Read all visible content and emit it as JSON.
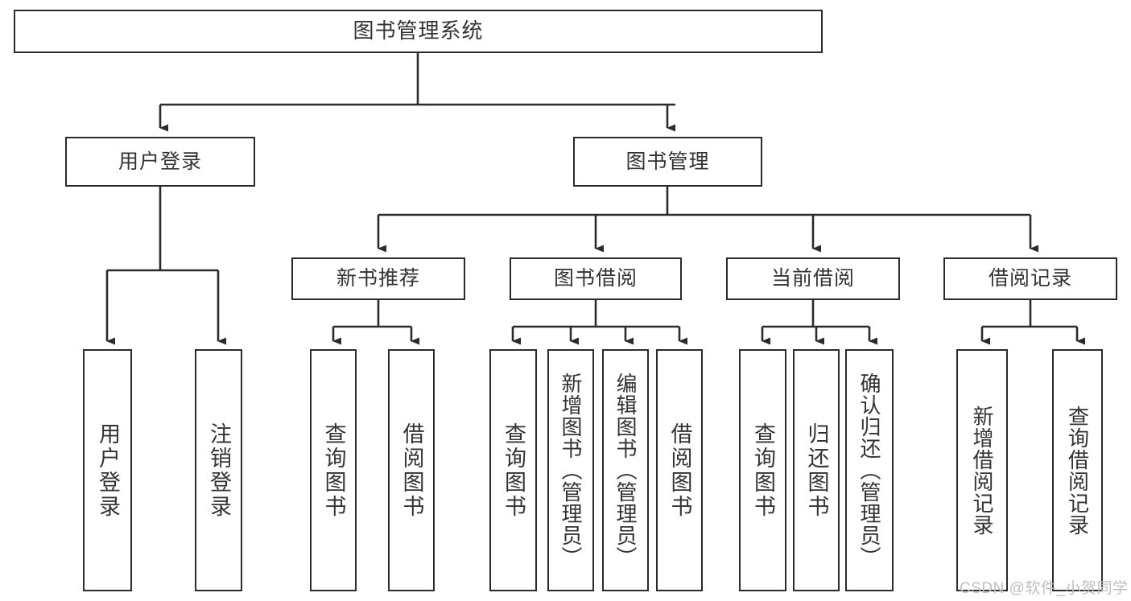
{
  "diagram": {
    "title": "图书管理系统",
    "type": "tree-hierarchy-chart",
    "colors": {
      "background": "#ffffff",
      "node_border": "#2b2b2b",
      "node_fill": "#ffffff",
      "text": "#333333",
      "edge": "#2b2b2b",
      "watermark": "#bfbfbf"
    },
    "nodes": {
      "root": {
        "label": "图书管理系统"
      },
      "level2": [
        {
          "label": "用户登录"
        },
        {
          "label": "图书管理"
        }
      ],
      "level3": [
        {
          "label": "新书推荐"
        },
        {
          "label": "图书借阅"
        },
        {
          "label": "当前借阅"
        },
        {
          "label": "借阅记录"
        }
      ],
      "leaves_user_login": [
        {
          "label": "用户登录"
        },
        {
          "label": "注销登录"
        }
      ],
      "leaves_new_book": [
        {
          "label": "查询图书"
        },
        {
          "label": "借阅图书"
        }
      ],
      "leaves_borrow": [
        {
          "label": "查询图书"
        },
        {
          "label": "新增图书（管理员）"
        },
        {
          "label": "编辑图书（管理员）"
        },
        {
          "label": "借阅图书"
        }
      ],
      "leaves_current": [
        {
          "label": "查询图书"
        },
        {
          "label": "归还图书"
        },
        {
          "label": "确认归还（管理员）"
        }
      ],
      "leaves_records": [
        {
          "label": "新增借阅记录"
        },
        {
          "label": "查询借阅记录"
        }
      ]
    }
  },
  "watermark": {
    "text": "CSDN @软件_小贺同学"
  }
}
